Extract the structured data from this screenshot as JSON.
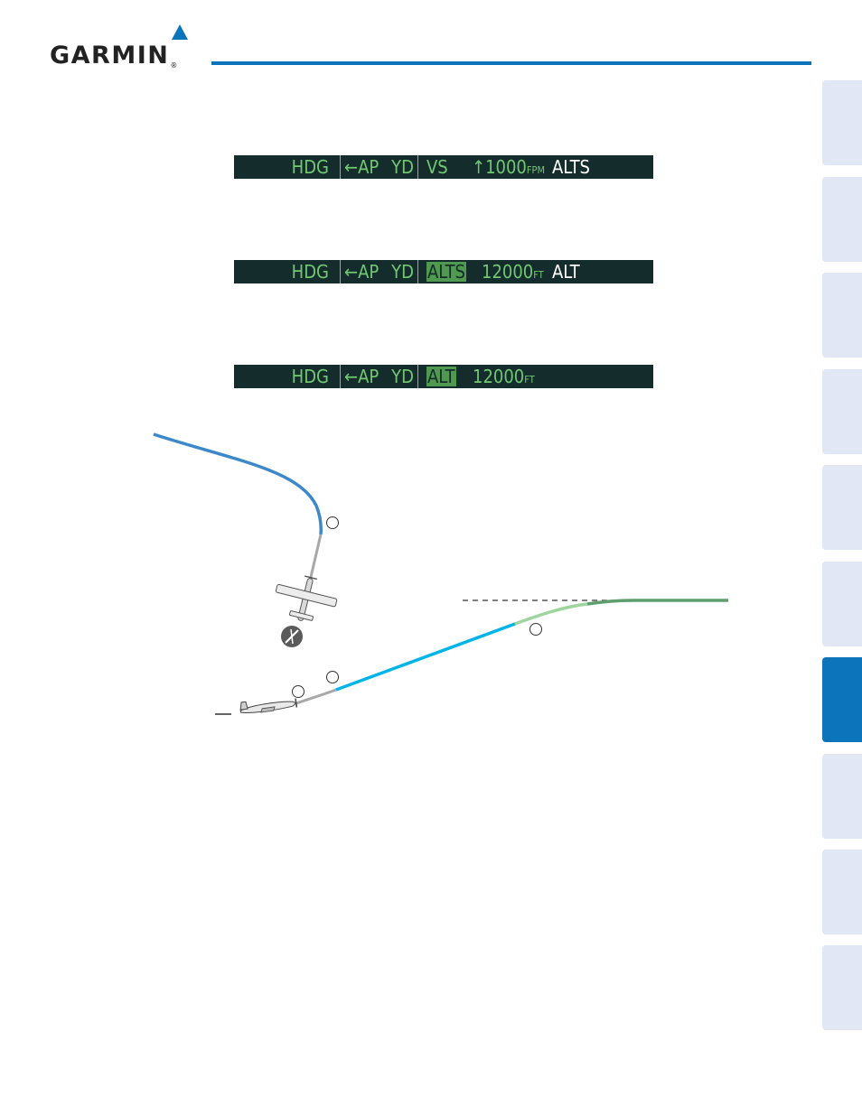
{
  "header": {
    "brand": "GARMIN",
    "registered_mark": "®",
    "accent_color": "#0b74bb"
  },
  "side_tabs": {
    "count": 10,
    "active_index": 6,
    "inactive_color": "#e2e7f6",
    "active_color": "#0b74bb"
  },
  "afcs_status_bars": [
    {
      "lateral_mode": "HDG",
      "ap_label": "AP",
      "yd_label": "YD",
      "active_vertical": "VS",
      "reference_value": "1000",
      "reference_unit": "FPM",
      "armed_vertical": "ALTS"
    },
    {
      "lateral_mode": "HDG",
      "ap_label": "AP",
      "yd_label": "YD",
      "active_vertical": "ALTS",
      "reference_value": "12000",
      "reference_unit": "FT",
      "armed_vertical": "ALT"
    },
    {
      "lateral_mode": "HDG",
      "ap_label": "AP",
      "yd_label": "YD",
      "active_vertical": "ALT",
      "reference_value": "12000",
      "reference_unit": "FT",
      "armed_vertical": ""
    }
  ],
  "diagram": {
    "colors": {
      "lateral_path": "#3d88c9",
      "climb_path": "#00b4e8",
      "capture_path": "#9ed59c",
      "level_path": "#5e9e6e",
      "takeoff_path": "#a8a8a8"
    },
    "icons": [
      "airplane-top-view-icon",
      "heading-bug-icon",
      "airplane-side-view-icon"
    ],
    "markers": [
      "marker-1",
      "marker-2",
      "marker-3",
      "marker-4"
    ]
  }
}
